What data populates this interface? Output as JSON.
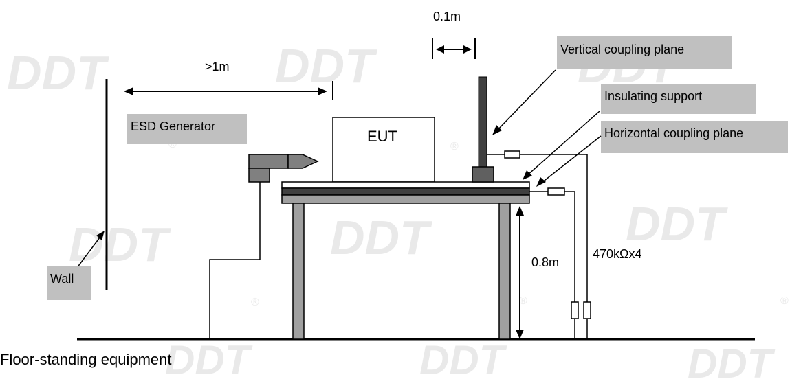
{
  "labels": {
    "dist_wall": ">1m",
    "dist_vcp": "0.1m",
    "esd_generator": "ESD Generator",
    "eut": "EUT",
    "vcp": "Vertical coupling plane",
    "insulating_support": "Insulating support",
    "hcp": "Horizontal coupling plane",
    "table_height": "0.8m",
    "resistors": "470kΩx4",
    "wall": "Wall",
    "caption": "Floor-standing equipment"
  },
  "watermark": {
    "text": "DDT",
    "registered": "®"
  },
  "colors": {
    "label_box": "#c0c0c0",
    "generator": "#808080",
    "plane_dark": "#404040",
    "table_leg": "#a0a0a0"
  }
}
